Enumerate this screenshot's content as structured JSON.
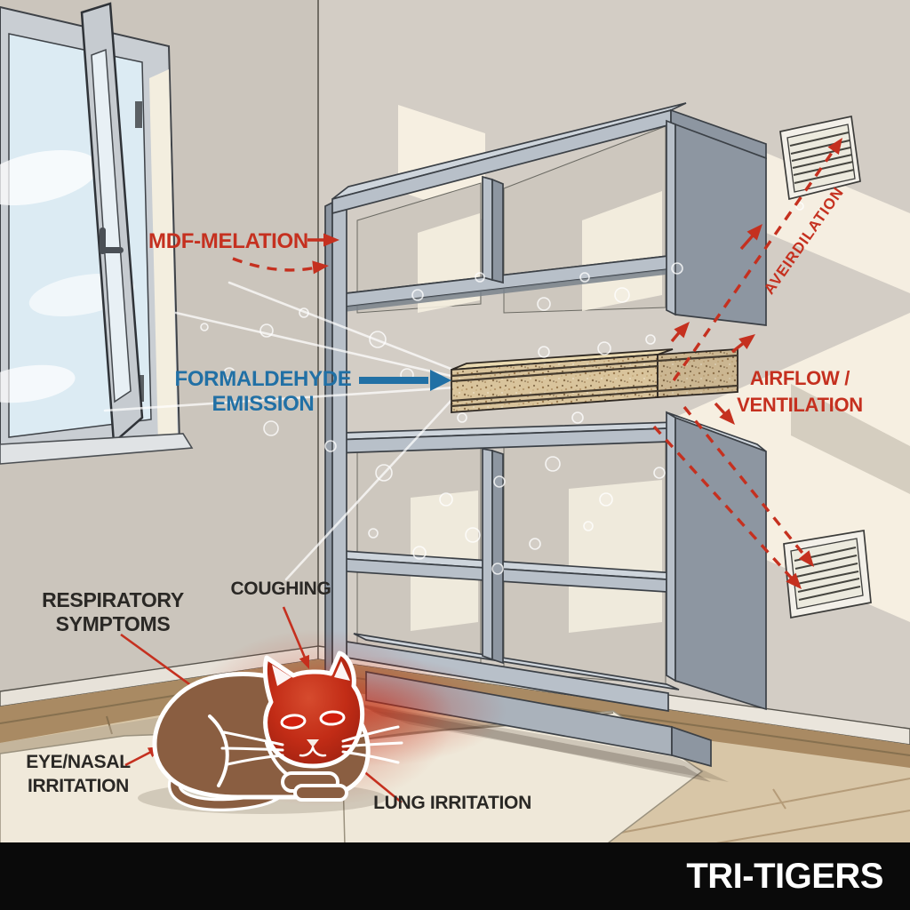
{
  "diagram": {
    "labels": {
      "mdf_emission_source": "MDF-MELATION",
      "formaldehyde_emission": [
        "FORMALDEHYDE",
        "EMISSION"
      ],
      "ventilation_path_diagonal": "AVEIRDILATION",
      "airflow_ventilation": [
        "AIRFLOW /",
        "VENTILATION"
      ],
      "respiratory_symptoms": [
        "RESPIRATORY",
        "SYMPTOMS"
      ],
      "coughing": "COUGHING",
      "eye_nasal_irritation": [
        "EYE/NASAL",
        "IRRITATION"
      ],
      "lung_irritation": "LUNG IRRITATION"
    },
    "watermark": "TRI-TIGERS"
  },
  "colors": {
    "red": "#c5301f",
    "blue": "#2170a5",
    "text_dark": "#2a2825",
    "wall_left": "#cbc5bc",
    "wall_right": "#d3cdc5",
    "sunlight": "#f8f2e3",
    "inner_wall": "#cdc7be",
    "shelf_front": "#b8c0c9",
    "shelf_side": "#8d96a1",
    "shelf_top": "#ced5dc",
    "outline": "#3b4046",
    "mdf_top": "#e9d9b0",
    "floor": "#d8c6a7",
    "floor_dark": "#a98a63",
    "rug": "#f0e9da",
    "cat_body": "#8a5e41",
    "sky": "#dcebf3",
    "frame_gray": "#c6cbd0",
    "vent": "#f3f0e9",
    "footer_bg": "#0a0a0a",
    "footer_text": "#ffffff"
  }
}
